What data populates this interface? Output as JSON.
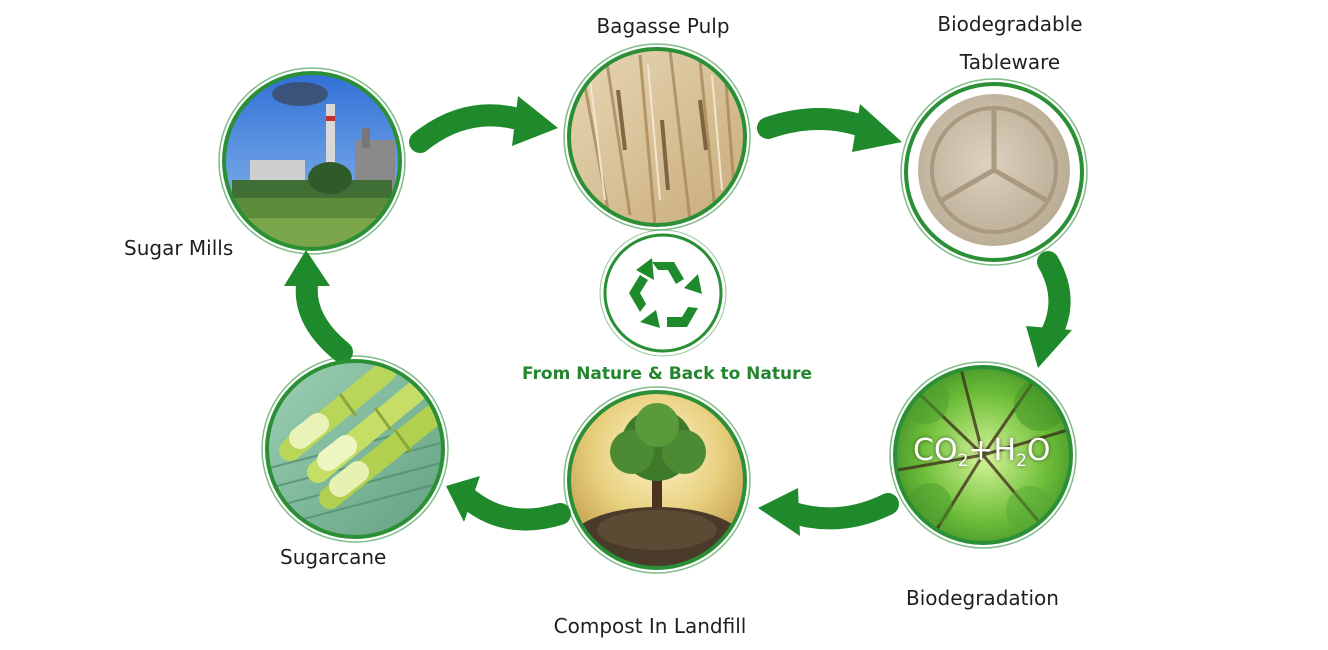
{
  "center": {
    "caption": "From Nature & Back to Nature",
    "icon": "recycle-icon"
  },
  "stages": {
    "sugar_mills": "Sugar Mills",
    "bagasse_pulp": "Bagasse Pulp",
    "tableware_line1": "Biodegradable",
    "tableware_line2": "Tableware",
    "biodegradation": "Biodegradation",
    "compost": "Compost In Landfill",
    "sugarcane": "Sugarcane"
  },
  "biodegradation_formula": {
    "co": "CO",
    "sub1": "2",
    "plus_h": "+H",
    "sub2": "2",
    "o": "O"
  },
  "colors": {
    "arrow_green": "#1f8a2c",
    "text_green": "#23862f",
    "ring": "#2a8f35"
  }
}
